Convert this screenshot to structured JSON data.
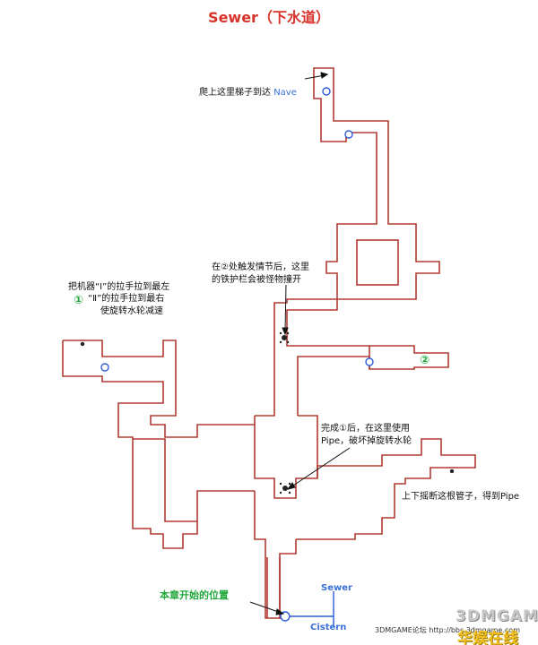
{
  "title": "Sewer（下水道）",
  "colors": {
    "wall": "#b23b32",
    "door": "#2d5bd8",
    "title": "#d8332a",
    "accent_green": "#23a83d",
    "accent_blue": "#3a6fd8"
  },
  "labels": {
    "ladder": "爬上这里梯子到达",
    "nave": "Nave",
    "machine_line1": "把机器“Ⅰ”的拉手拉到最左",
    "machine_line2": "“Ⅱ”的拉手拉到最右",
    "machine_line3": "使旋转水轮减速",
    "circle1": "①",
    "circle2": "②",
    "plot_line1": "在②处触发情节后，这里",
    "plot_line2": "的铁护栏会被怪物撞开",
    "pipe_line1": "完成①后，在这里使用",
    "pipe_line2": "Pipe，破坏掉旋转水轮",
    "break_pipe": "上下摇断这根管子，得到Pipe",
    "start": "本章开始的位置",
    "sewer": "Sewer",
    "cistern": "Cistern"
  },
  "watermark": {
    "forum": "3DMGAME论坛 http://bbs.3dmgame.com",
    "brand": "3DMGAME",
    "brand_cn": "华娱在线"
  },
  "legend": {
    "door_icon": "door-circle-icon",
    "break_icon": "break-point-icon"
  }
}
